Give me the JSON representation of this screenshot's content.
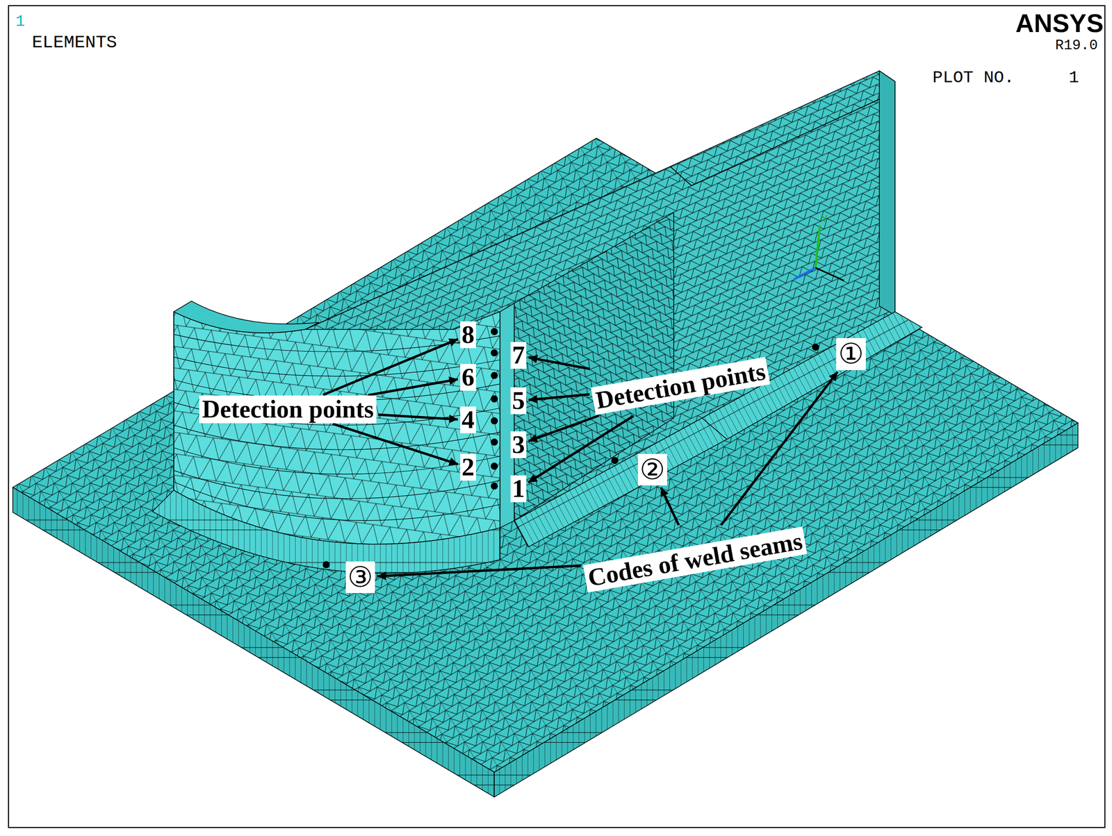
{
  "diagram": {
    "nodes": [
      {
        "text": [
          "Detection points"
        ]
      },
      {
        "text": [
          "8"
        ]
      },
      {
        "text": [
          "6"
        ]
      },
      {
        "text": [
          "4"
        ]
      },
      {
        "text": [
          "2"
        ]
      },
      {
        "text": [
          "Detection points"
        ]
      },
      {
        "text": [
          "7"
        ]
      },
      {
        "text": [
          "5"
        ]
      },
      {
        "text": [
          "3"
        ]
      },
      {
        "text": [
          "1"
        ]
      },
      {
        "text": [
          "①"
        ]
      },
      {
        "text": [
          "②"
        ]
      },
      {
        "text": [
          "③"
        ]
      },
      {
        "text": [
          "Codes of weld seams"
        ]
      }
    ],
    "edges": [
      {
        "from": 0,
        "to": 1,
        "arrow": "to"
      },
      {
        "from": 0,
        "to": 2,
        "arrow": "to"
      },
      {
        "from": 0,
        "to": 3,
        "arrow": "to"
      },
      {
        "from": 0,
        "to": 4,
        "arrow": "to"
      },
      {
        "from": 5,
        "to": 6,
        "arrow": "to"
      },
      {
        "from": 5,
        "to": 7,
        "arrow": "to"
      },
      {
        "from": 5,
        "to": 8,
        "arrow": "to"
      },
      {
        "from": 5,
        "to": 9,
        "arrow": "to"
      },
      {
        "from": 13,
        "to": 10,
        "arrow": "to"
      },
      {
        "from": 13,
        "to": 11,
        "arrow": "to"
      },
      {
        "from": 13,
        "to": 12,
        "arrow": "to"
      }
    ],
    "labels": [
      "1",
      "ELEMENTS",
      "ANSYS",
      "R19.0",
      "PLOT NO.",
      "1",
      "Y"
    ]
  }
}
